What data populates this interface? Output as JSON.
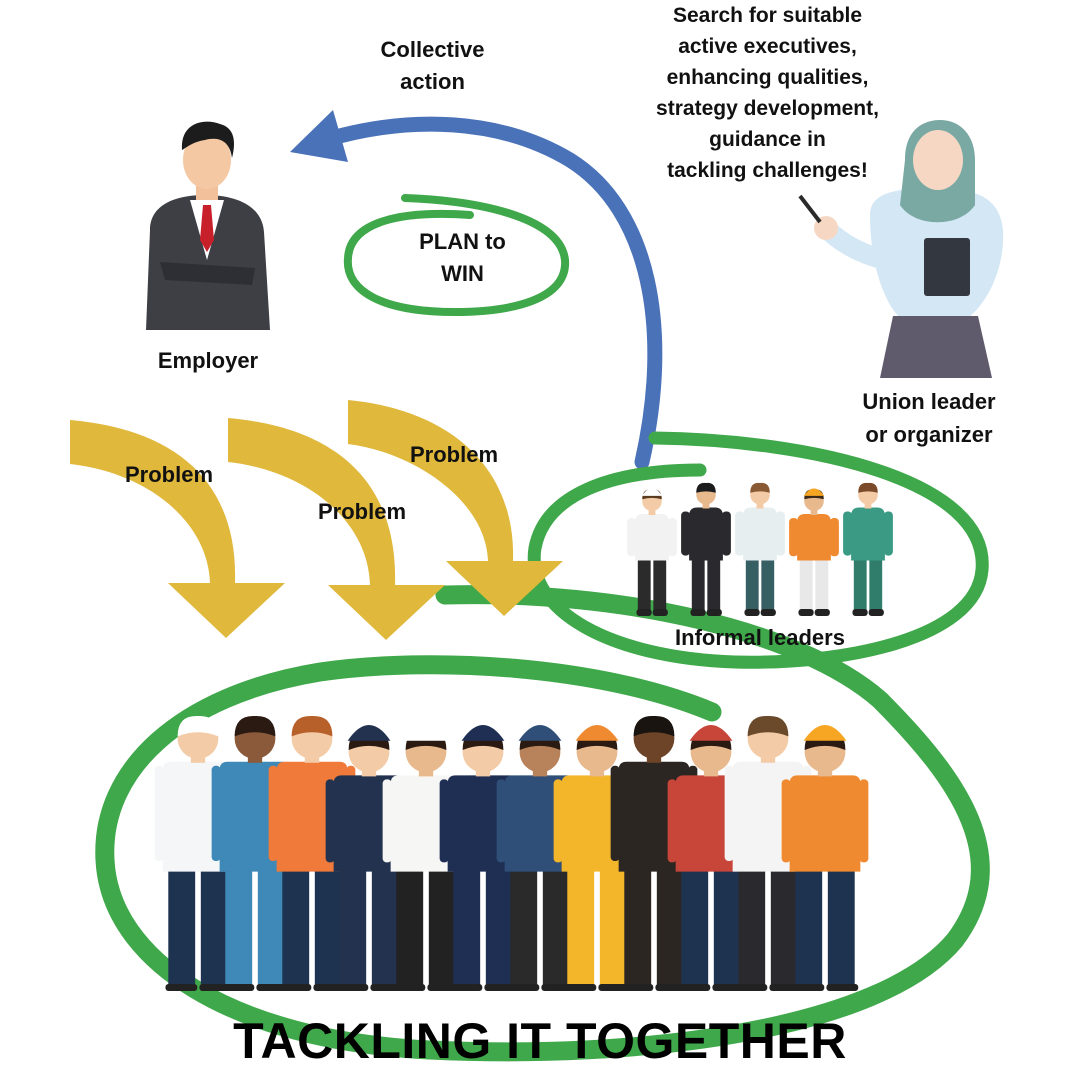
{
  "labels": {
    "collective_action": [
      "Collective",
      "action"
    ],
    "employer": "Employer",
    "plan": [
      "PLAN to",
      "WIN"
    ],
    "union_description": [
      "Search for suitable",
      "active executives,",
      "enhancing qualities,",
      "strategy development,",
      "guidance in",
      "tackling challenges!"
    ],
    "union_leader": [
      "Union leader",
      "or organizer"
    ],
    "informal_leaders": "Informal leaders",
    "problems": [
      "Problem",
      "Problem",
      "Problem"
    ]
  },
  "title": "TACKLING IT TOGETHER",
  "colors": {
    "green": "#3fa84a",
    "blue_arrow": "#4a72b9",
    "problem_arrow": "#e0b83c"
  },
  "illustrations": {
    "employer": "businessman-figure",
    "union_leader": "woman-in-hijab-teacher-figure",
    "informal_leaders": [
      "chef",
      "businessman",
      "doctor",
      "construction-worker",
      "nurse"
    ],
    "workers": [
      "doctor",
      "nurse",
      "office-woman",
      "police-officer",
      "chef",
      "pilot",
      "mechanic",
      "firefighter",
      "judge",
      "delivery-worker",
      "office-man",
      "construction-worker"
    ]
  }
}
